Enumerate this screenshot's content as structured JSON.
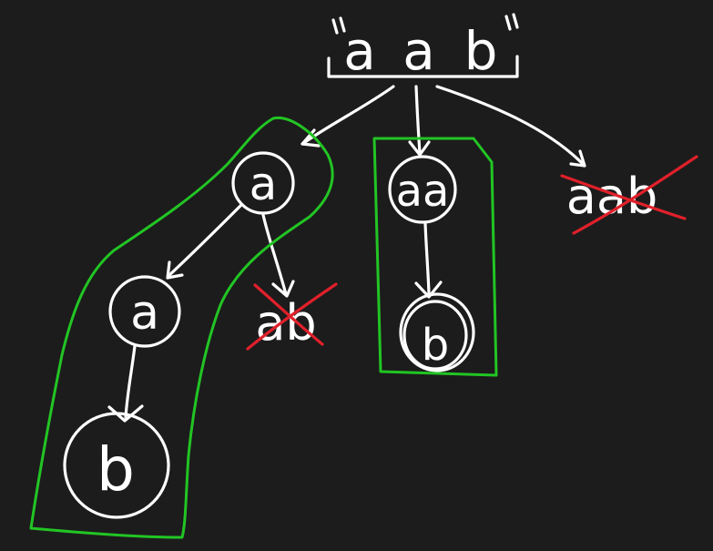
{
  "root": {
    "text": "aab",
    "chars": [
      "a",
      "a",
      "b"
    ]
  },
  "nodes": {
    "a_level1": "a",
    "aa_level1": "aa",
    "aab_level1": "aab",
    "a_level2": "a",
    "ab_level2": "ab",
    "b_under_aa": "b",
    "b_level3": "b"
  },
  "colors": {
    "background": "#1c1c1c",
    "ink": "#ffffff",
    "valid_highlight": "#22c524",
    "crossed_out": "#e0202a"
  }
}
